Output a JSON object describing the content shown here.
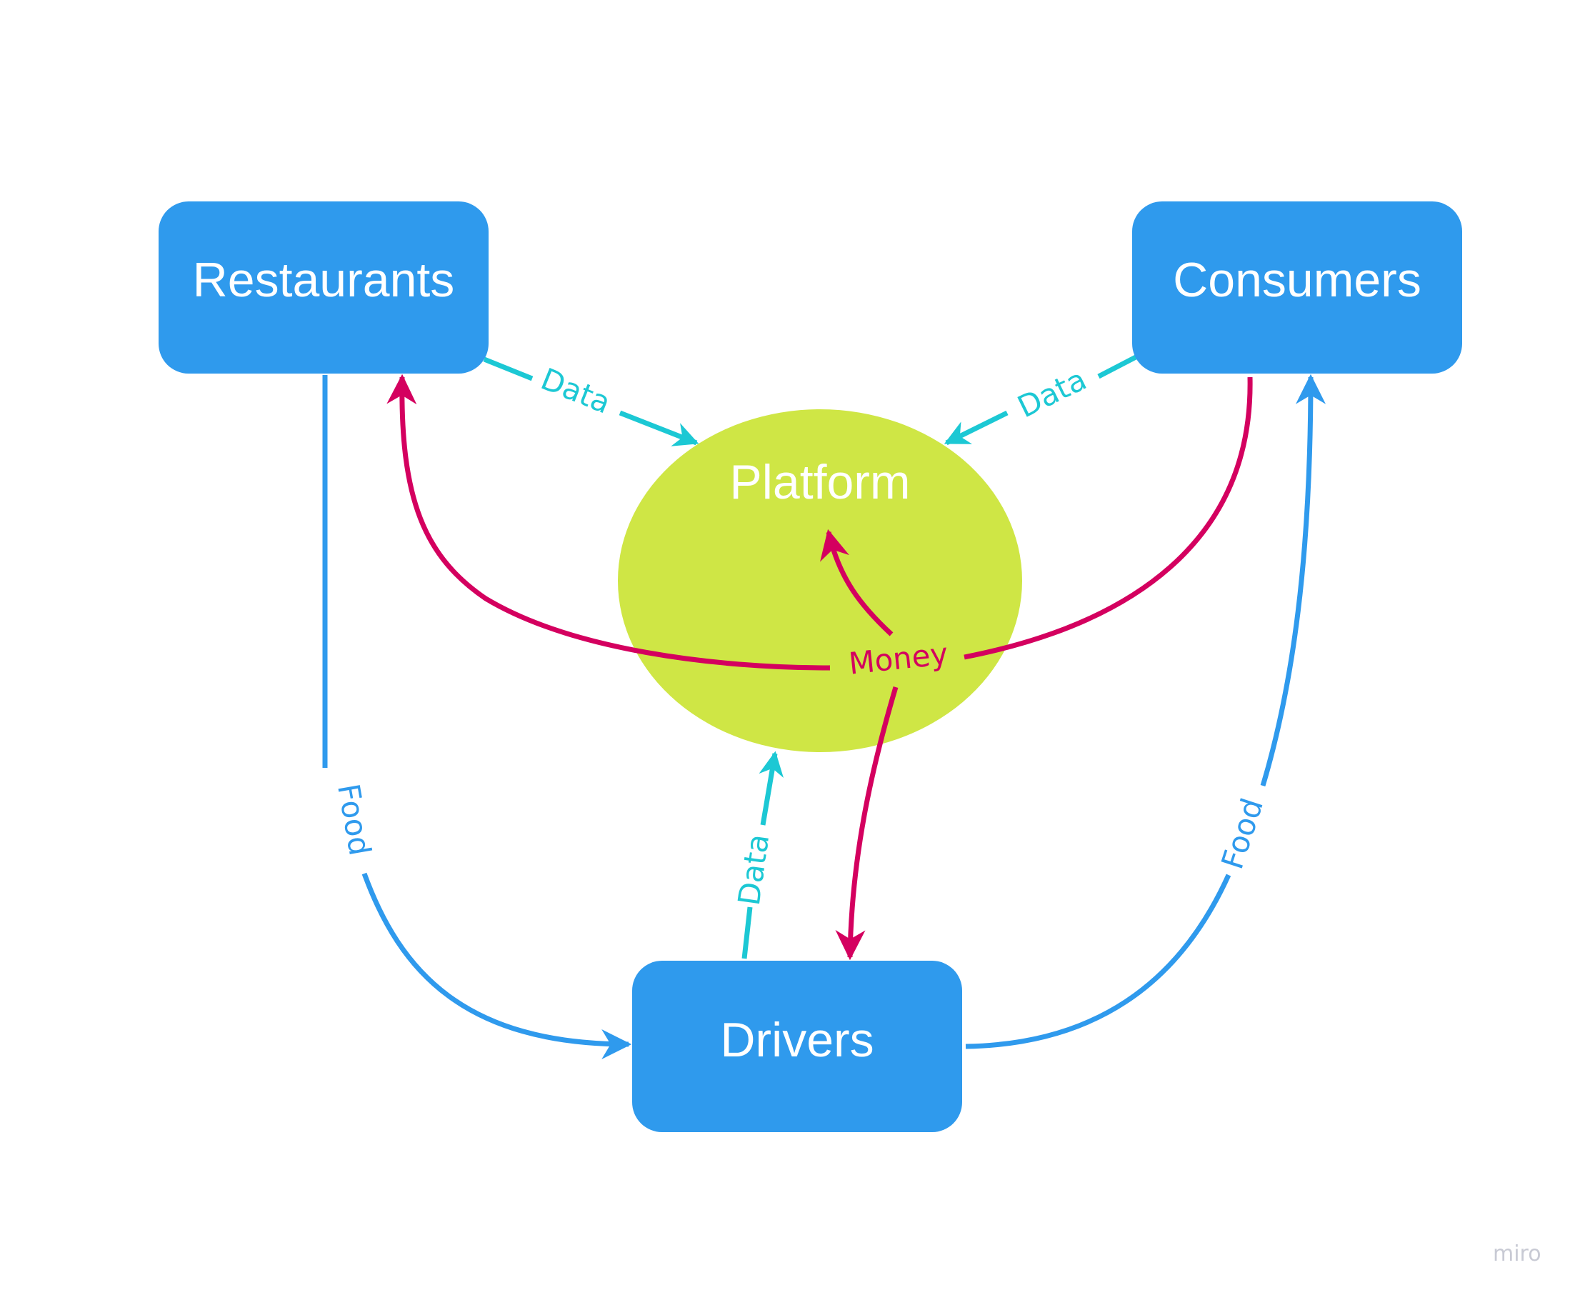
{
  "nodes": {
    "restaurants": "Restaurants",
    "consumers": "Consumers",
    "drivers": "Drivers",
    "platform": "Platform"
  },
  "edges": {
    "data_label": "Data",
    "food_label": "Food",
    "money_label": "Money"
  },
  "colors": {
    "node_blue": "#2f9aed",
    "platform_green": "#cfe645",
    "data_cyan": "#1cc8d4",
    "food_blue": "#2f9aed",
    "money_magenta": "#d4005f"
  },
  "watermark": "miro"
}
